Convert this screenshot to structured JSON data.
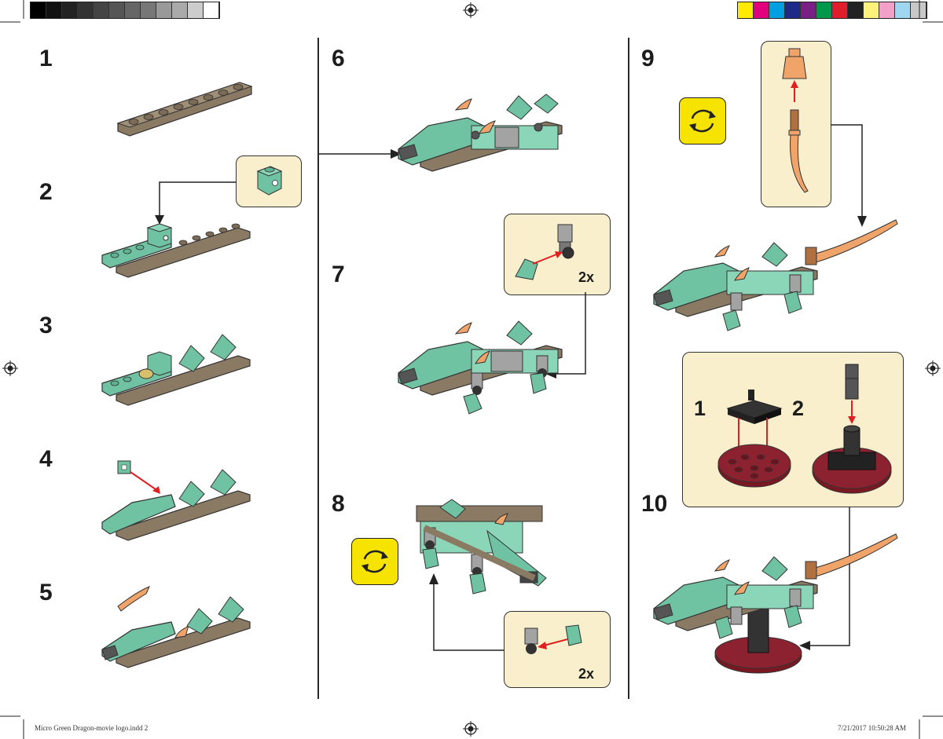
{
  "steps": {
    "s1": "1",
    "s2": "2",
    "s3": "3",
    "s4": "4",
    "s5": "5",
    "s6": "6",
    "s7": "7",
    "s8": "8",
    "s9": "9",
    "s10": "10"
  },
  "callouts": {
    "step7_multiplier": "2x",
    "step8_multiplier": "2x",
    "step10_sub1": "1",
    "step10_sub2": "2"
  },
  "footer": {
    "filename": "Micro Green Dragon-movie logo.indd   2",
    "datetime": "7/21/2017   10:50:28 AM"
  },
  "colors": {
    "brick_green": "#6fc3a2",
    "brick_tan": "#8b7a63",
    "brick_gray": "#a3a3a3",
    "brick_dark": "#444444",
    "brick_orange": "#f0a46a",
    "brick_darkred": "#7a1822",
    "callout_bg": "#faefcc",
    "rotate_yellow": "#f6e400",
    "arrow_red": "#e02020"
  },
  "icons": {
    "rotate": "rotate-model-icon",
    "registration": "crosshair-registration-icon"
  }
}
